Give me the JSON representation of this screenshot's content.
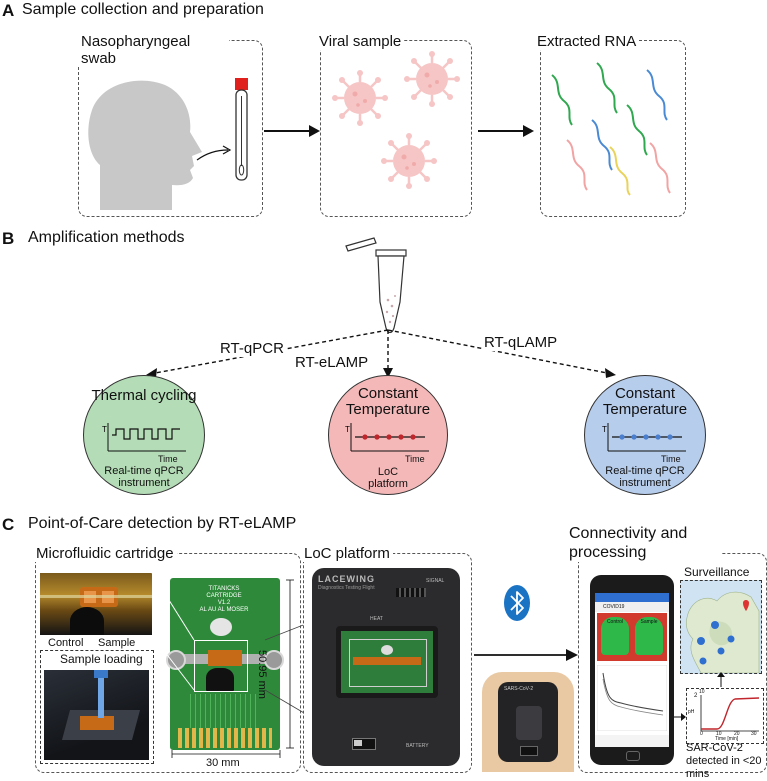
{
  "sectionA": {
    "letter": "A",
    "title": "Sample collection and preparation",
    "panel1_label": "Nasopharyngeal swab",
    "panel2_label": "Viral sample",
    "panel3_label": "Extracted RNA"
  },
  "sectionB": {
    "letter": "B",
    "title": "Amplification methods",
    "methods": [
      {
        "label": "RT-qPCR",
        "circle_title": "Thermal cycling",
        "circle_sub": "Real-time qPCR instrument",
        "color": "#b4dcb6"
      },
      {
        "label": "RT-eLAMP",
        "circle_title": "Constant Temperature",
        "circle_sub": "LoC platform",
        "color": "#f4b8b8"
      },
      {
        "label": "RT-qLAMP",
        "circle_title": "Constant Temperature",
        "circle_sub": "Real-time qPCR instrument",
        "color": "#b7cdec"
      }
    ],
    "axis_t": "T",
    "axis_time": "Time"
  },
  "sectionC": {
    "letter": "C",
    "title": "Point-of-Care detection by RT-eLAMP",
    "microfluidic_label": "Microfluidic cartridge",
    "control_label": "Control",
    "sample_label": "Sample",
    "sample_loading_label": "Sample loading",
    "dim_height": "50.95 mm",
    "dim_width": "30 mm",
    "cartridge_text_1": "TITANICKS",
    "cartridge_text_2": "CARTRIDGE",
    "cartridge_text_3": "V1.2",
    "cartridge_text_4": "AL  AU   AL MOSER",
    "loc_label": "LoC platform",
    "device_brand": "LACEWING",
    "device_tagline": "Diagnostics Testing Flight",
    "device_signal": "SIGNAL",
    "device_heat": "HEAT",
    "device_battery": "BATTERY",
    "handheld_text": "SARS-CoV-2",
    "connectivity_label": "Connectivity and processing",
    "surveillance_label": "Surveillance",
    "phone_app_title": "COVID19",
    "phone_control": "Control",
    "phone_sample": "Sample",
    "graph_ylabel": "pH",
    "graph_xlabel": "Time [min]",
    "graph_ticks": [
      "0",
      "10",
      "20",
      "30"
    ],
    "graph_exp": "10",
    "graph_y2": "2",
    "result_text": "SAR-CoV-2 detected in <20 mins",
    "bluetooth_color": "#1b73c4"
  }
}
